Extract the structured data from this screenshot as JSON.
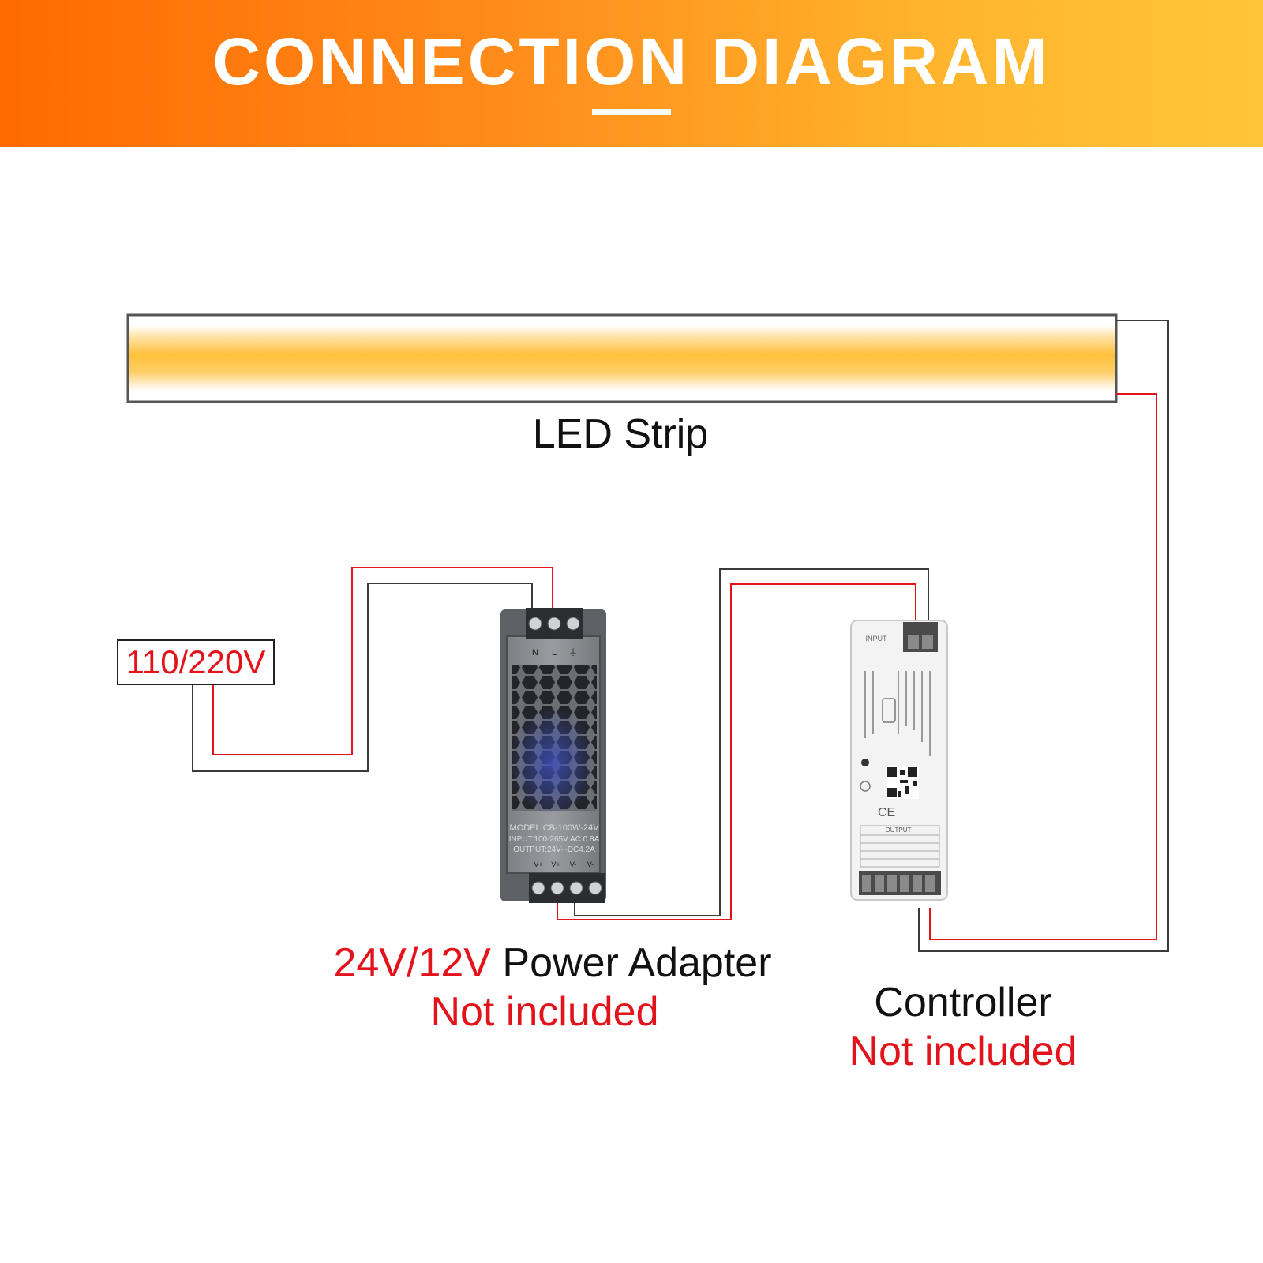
{
  "header": {
    "title": "CONNECTION DIAGRAM"
  },
  "led_strip": {
    "label": "LED Strip"
  },
  "mains_input": {
    "voltage_label": "110/220V"
  },
  "power_adapter": {
    "voltage_label": "24V/12V",
    "name_label": "Power Adapter",
    "availability": "Not included",
    "terminal_top": [
      "N",
      "L",
      "⏚"
    ],
    "terminal_bottom": [
      "V+",
      "V+",
      "V-",
      "V-"
    ],
    "model": "MODEL:CB-100W-24V",
    "input": "INPUT:100-265V AC 0.8A",
    "output": "OUTPUT:24V⎓DC4.2A"
  },
  "controller": {
    "name_label": "Controller",
    "availability": "Not included",
    "input_label": "INPUT",
    "output_label": "OUTPUT"
  },
  "colors": {
    "header_gradient_start": "#ff6a00",
    "header_gradient_end": "#ffc43a",
    "led_glow": "#ffc03a",
    "wire_red": "#e3131b",
    "wire_dark": "#3a3a3a"
  }
}
